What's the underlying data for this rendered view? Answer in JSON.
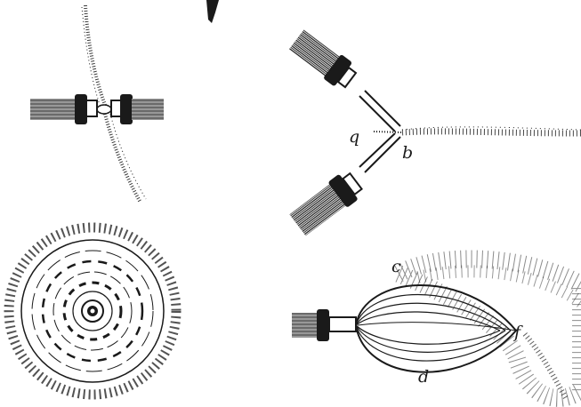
{
  "figure": {
    "labels": {
      "q": "q",
      "b": "b",
      "c": "c",
      "d": "d",
      "f": "f"
    },
    "ink_color": "#1a1a1a",
    "paper_color": "#ffffff"
  }
}
